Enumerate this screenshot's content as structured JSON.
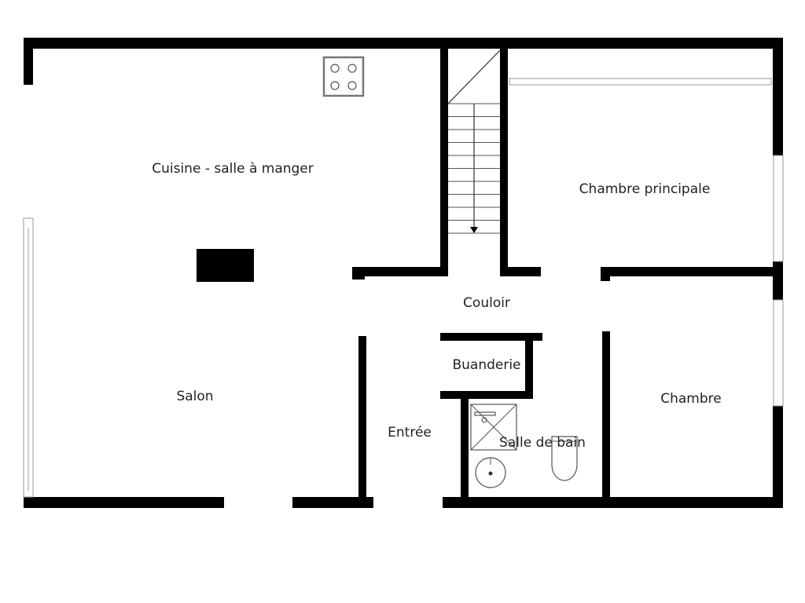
{
  "plan": {
    "rooms": {
      "kitchen": "Cuisine - salle à manger",
      "living": "Salon",
      "master_bedroom": "Chambre principale",
      "hallway": "Couloir",
      "laundry": "Buanderie",
      "entrance": "Entrée",
      "bathroom": "Salle de bain",
      "bedroom": "Chambre"
    },
    "colors": {
      "wall": "#000000",
      "background": "#ffffff"
    }
  }
}
